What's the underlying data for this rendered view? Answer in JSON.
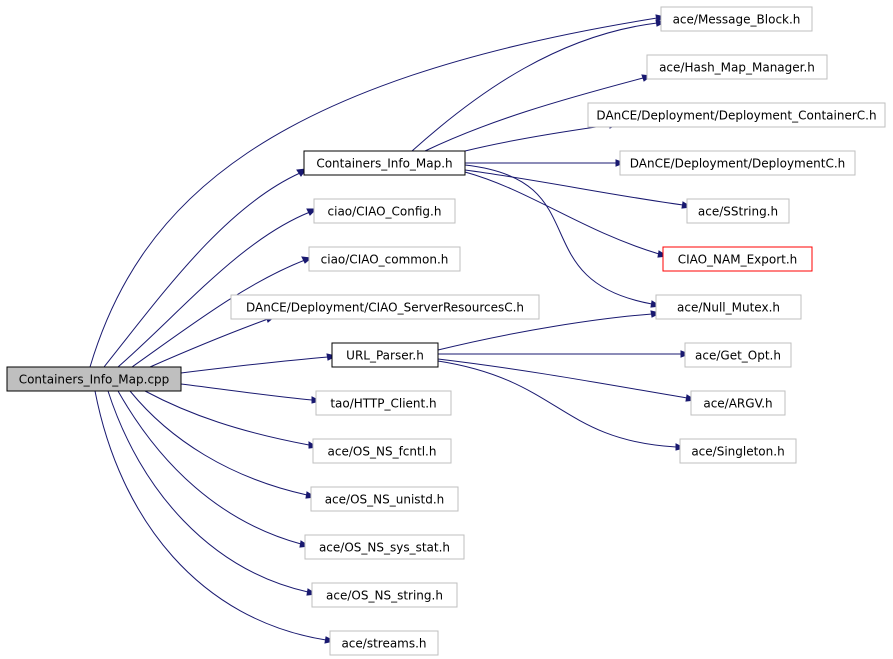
{
  "colors": {
    "edge": "#191970",
    "focus_fill": "#bfbfbf",
    "default_border": "#bfbfbf",
    "strong_border": "#000000",
    "highlight_border": "#ff0000"
  },
  "nodes": {
    "n_root": "Containers_Info_Map.cpp",
    "n_cim_h": "Containers_Info_Map.h",
    "n_msg_block": "ace/Message_Block.h",
    "n_hash_map": "ace/Hash_Map_Manager.h",
    "n_dep_containerc": "DAnCE/Deployment/Deployment_ContainerC.h",
    "n_dep_deploymentc": "DAnCE/Deployment/DeploymentC.h",
    "n_sstring": "ace/SString.h",
    "n_nam_export": "CIAO_NAM_Export.h",
    "n_ciao_config": "ciao/CIAO_Config.h",
    "n_ciao_common": "ciao/CIAO_common.h",
    "n_server_res": "DAnCE/Deployment/CIAO_ServerResourcesC.h",
    "n_null_mutex": "ace/Null_Mutex.h",
    "n_url_parser": "URL_Parser.h",
    "n_get_opt": "ace/Get_Opt.h",
    "n_argv": "ace/ARGV.h",
    "n_singleton": "ace/Singleton.h",
    "n_http_client": "tao/HTTP_Client.h",
    "n_fcntl": "ace/OS_NS_fcntl.h",
    "n_unistd": "ace/OS_NS_unistd.h",
    "n_sys_stat": "ace/OS_NS_sys_stat.h",
    "n_string": "ace/OS_NS_string.h",
    "n_streams": "ace/streams.h"
  },
  "edges": [
    [
      "n_root",
      "n_cim_h"
    ],
    [
      "n_root",
      "n_msg_block"
    ],
    [
      "n_root",
      "n_ciao_config"
    ],
    [
      "n_root",
      "n_ciao_common"
    ],
    [
      "n_root",
      "n_server_res"
    ],
    [
      "n_root",
      "n_url_parser"
    ],
    [
      "n_root",
      "n_http_client"
    ],
    [
      "n_root",
      "n_fcntl"
    ],
    [
      "n_root",
      "n_unistd"
    ],
    [
      "n_root",
      "n_sys_stat"
    ],
    [
      "n_root",
      "n_string"
    ],
    [
      "n_root",
      "n_streams"
    ],
    [
      "n_cim_h",
      "n_msg_block"
    ],
    [
      "n_cim_h",
      "n_hash_map"
    ],
    [
      "n_cim_h",
      "n_dep_containerc"
    ],
    [
      "n_cim_h",
      "n_dep_deploymentc"
    ],
    [
      "n_cim_h",
      "n_sstring"
    ],
    [
      "n_cim_h",
      "n_nam_export"
    ],
    [
      "n_cim_h",
      "n_null_mutex"
    ],
    [
      "n_url_parser",
      "n_null_mutex"
    ],
    [
      "n_url_parser",
      "n_get_opt"
    ],
    [
      "n_url_parser",
      "n_argv"
    ],
    [
      "n_url_parser",
      "n_singleton"
    ]
  ]
}
